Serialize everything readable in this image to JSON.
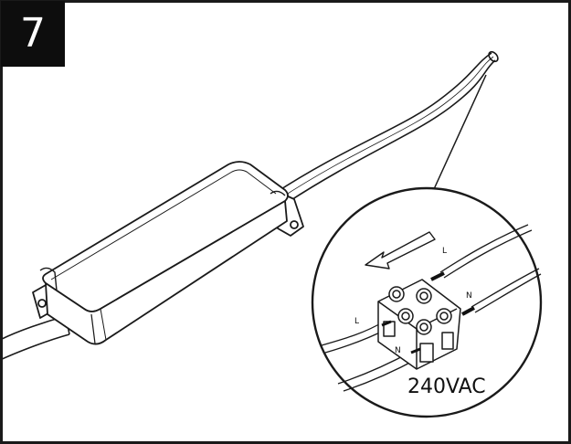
{
  "step": {
    "number": "7"
  },
  "detail": {
    "wire_label_top_L": "L",
    "wire_label_top_N": "N",
    "wire_label_bottom_L": "L",
    "wire_label_bottom_N": "N",
    "voltage": "240VAC"
  },
  "colors": {
    "ink": "#1a1a1a",
    "badge": "#0d0d0d",
    "background": "#ffffff"
  }
}
